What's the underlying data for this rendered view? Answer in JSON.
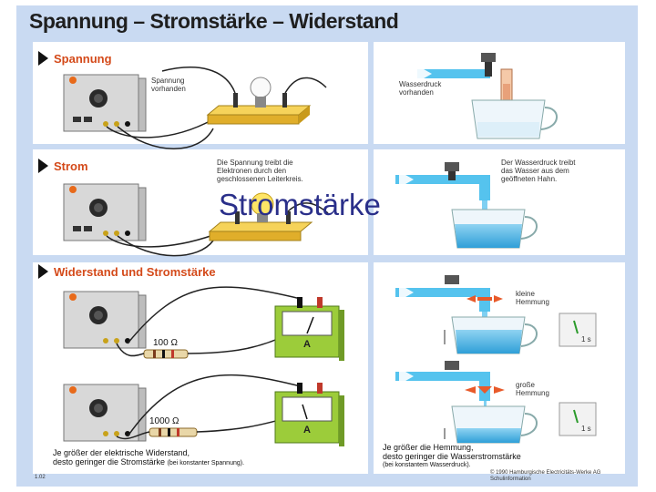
{
  "title": "Spannung – Stromstärke – Widerstand",
  "overlay_word": "Stromstärke",
  "sections": {
    "spannung": {
      "label": "Spannung",
      "left_text": [
        "Spannung",
        "vorhanden"
      ],
      "right_text": [
        "Wasserdruck",
        "vorhanden"
      ]
    },
    "strom": {
      "label": "Strom",
      "left_text": [
        "Die Spannung treibt die",
        "Elektronen durch den",
        "geschlossenen Leiterkreis."
      ],
      "right_text": [
        "Der Wasserdruck treibt",
        "das Wasser aus dem",
        "geöffneten Hahn."
      ]
    },
    "widerstand": {
      "label": "Widerstand und Stromstärke",
      "resistor_1": "100 Ω",
      "resistor_2": "1000 Ω",
      "meter_unit": "A",
      "small_hemmung": [
        "kleine",
        "Hemmung"
      ],
      "large_hemmung": [
        "große",
        "Hemmung"
      ],
      "time_label": "1 s",
      "left_caption": [
        "Je größer der elektrische Widerstand,",
        "desto geringer die Stromstärke"
      ],
      "left_caption_note": "(bei konstanter Spannung).",
      "right_caption": [
        "Je größer die Hemmung,",
        "desto geringer die Wasserstromstärke"
      ],
      "right_caption_note": "(bei konstantem Wasserdruck)."
    }
  },
  "footer": {
    "number": "1.02",
    "copyright": [
      "© 1990 Hamburgische Electricitäts-Werke AG",
      "Schulinformation"
    ]
  },
  "colors": {
    "accent": "#d44a1a",
    "water": "#4fb8e6",
    "pipe": "#55c3ee",
    "board": "#f0c23a",
    "meter": "#8cc63f"
  }
}
